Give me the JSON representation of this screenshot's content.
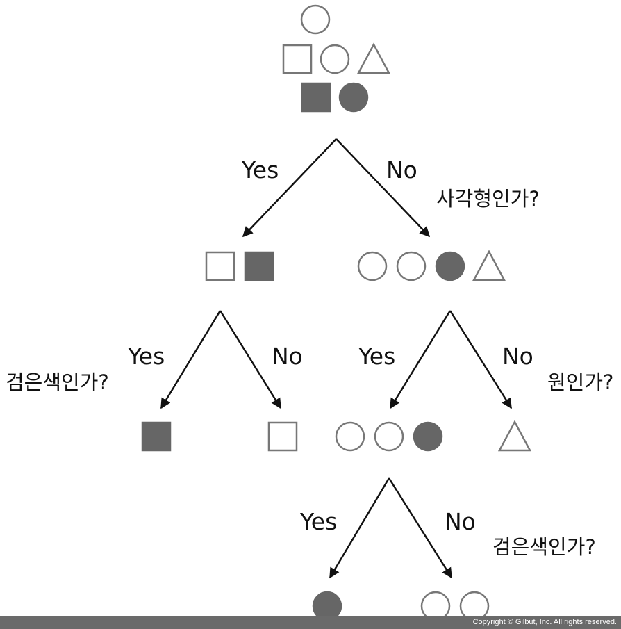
{
  "colors": {
    "outline": "#777777",
    "fill": "#666666",
    "line": "#111111",
    "footer": "#6a6a6a"
  },
  "labels": {
    "yes": "Yes",
    "no": "No"
  },
  "questions": {
    "is_square": "사각형인가?",
    "is_black": "검은색인가?",
    "is_circle": "원인가?"
  },
  "nodes": {
    "root": [
      "circle-outline",
      "square-outline",
      "circle-outline",
      "triangle-outline",
      "square-filled",
      "circle-filled"
    ],
    "squares": [
      "square-outline",
      "square-filled"
    ],
    "others": [
      "circle-outline",
      "circle-outline",
      "circle-filled",
      "triangle-outline"
    ],
    "black_square": [
      "square-filled"
    ],
    "white_square": [
      "square-outline"
    ],
    "circles": [
      "circle-outline",
      "circle-outline",
      "circle-filled"
    ],
    "triangle": [
      "triangle-outline"
    ],
    "black_circle": [
      "circle-filled"
    ],
    "white_circles": [
      "circle-outline",
      "circle-outline"
    ]
  },
  "footer": {
    "copyright": "Copyright © Gilbut, Inc. All rights reserved."
  }
}
